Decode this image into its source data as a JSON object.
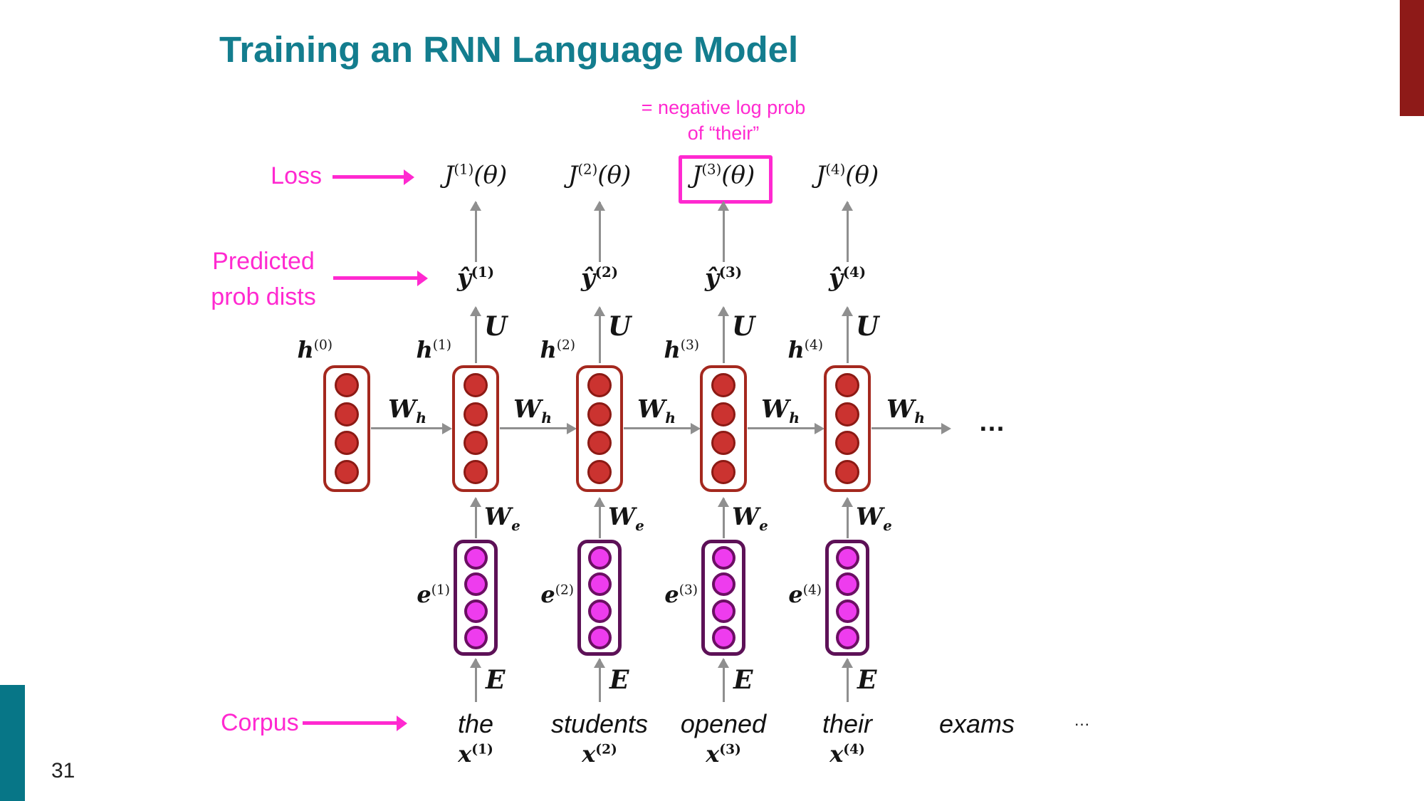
{
  "slide": {
    "title": "Training an RNN Language Model",
    "page_number": "31"
  },
  "annotation": {
    "line1": "= negative log prob",
    "line2": "of “their”"
  },
  "side_labels": {
    "loss": "Loss",
    "predicted_line1": "Predicted",
    "predicted_line2": "prob dists",
    "corpus": "Corpus"
  },
  "weights": {
    "u": "U",
    "w_base": "W",
    "wh_sub": "h",
    "we_sub": "e",
    "embedding_matrix": "E"
  },
  "initial_hidden": {
    "base": "h",
    "sup": "(0)"
  },
  "columns": [
    {
      "loss_base": "J",
      "loss_sup": "(1)",
      "loss_arg": "(θ)",
      "yhat_base": "ŷ",
      "yhat_sup": "(1)",
      "hidden_base": "h",
      "hidden_sup": "(1)",
      "embed_base": "e",
      "embed_sup": "(1)",
      "input_base": "x",
      "input_sup": "(1)",
      "word": "the",
      "loss_boxed": false
    },
    {
      "loss_base": "J",
      "loss_sup": "(2)",
      "loss_arg": "(θ)",
      "yhat_base": "ŷ",
      "yhat_sup": "(2)",
      "hidden_base": "h",
      "hidden_sup": "(2)",
      "embed_base": "e",
      "embed_sup": "(2)",
      "input_base": "x",
      "input_sup": "(2)",
      "word": "students",
      "loss_boxed": false
    },
    {
      "loss_base": "J",
      "loss_sup": "(3)",
      "loss_arg": "(θ)",
      "yhat_base": "ŷ",
      "yhat_sup": "(3)",
      "hidden_base": "h",
      "hidden_sup": "(3)",
      "embed_base": "e",
      "embed_sup": "(3)",
      "input_base": "x",
      "input_sup": "(3)",
      "word": "opened",
      "loss_boxed": true
    },
    {
      "loss_base": "J",
      "loss_sup": "(4)",
      "loss_arg": "(θ)",
      "yhat_base": "ŷ",
      "yhat_sup": "(4)",
      "hidden_base": "h",
      "hidden_sup": "(4)",
      "embed_base": "e",
      "embed_sup": "(4)",
      "input_base": "x",
      "input_sup": "(4)",
      "word": "their",
      "loss_boxed": false
    }
  ],
  "extras": {
    "hidden_ellipsis": "…",
    "corpus_word_5": "exams",
    "corpus_ellipsis": "…"
  },
  "colors": {
    "title_teal": "#137d8e",
    "accent_magenta": "#ff29d0",
    "hidden_dot_fill": "#cb3330",
    "hidden_dot_border": "#8c1a14",
    "hidden_box_border": "#a4281e",
    "embed_dot_fill": "#ee3cee",
    "embed_dot_border": "#6b0f63",
    "embed_box_border": "#5d1157",
    "arrow_gray": "#8f8f8f",
    "corner_bar_red": "#8e1a18",
    "corner_bar_teal": "#077687"
  }
}
